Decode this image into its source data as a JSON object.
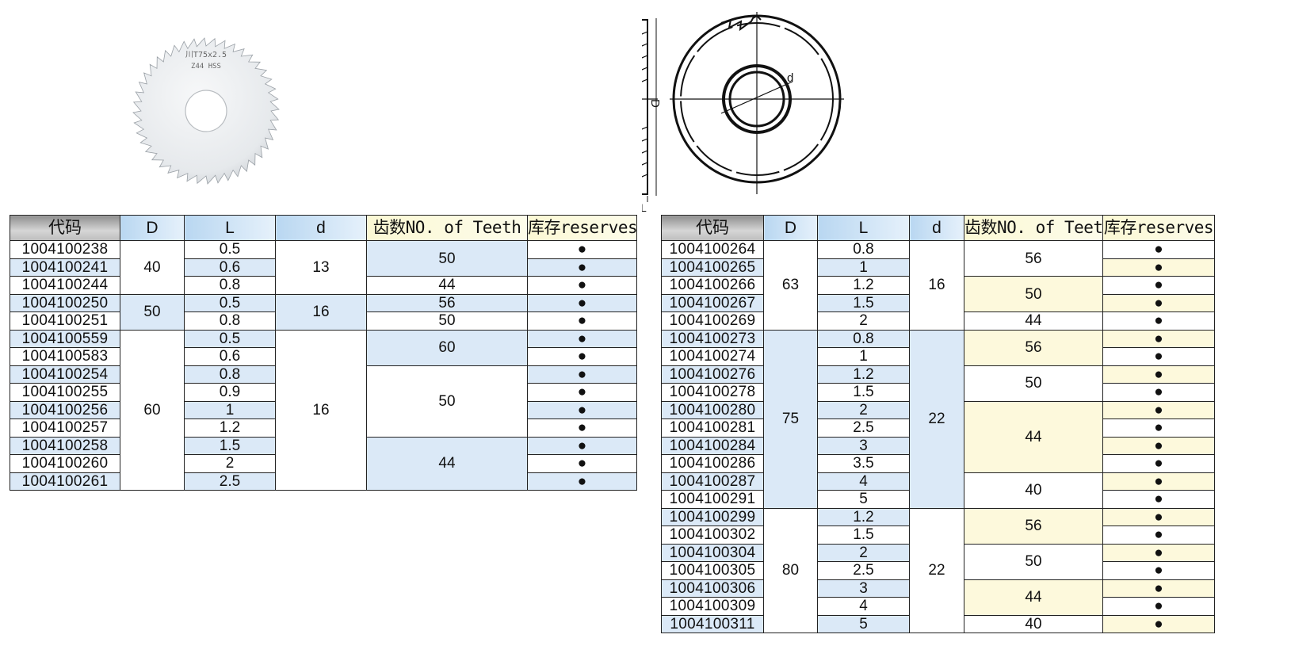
{
  "product": {
    "engraving_line1": "川T75x2.5",
    "engraving_line2": "Z44   HSS"
  },
  "drawing": {
    "label_D": "D",
    "label_d": "d",
    "label_L": "L"
  },
  "headers": {
    "code": "代码",
    "D": "D",
    "L": "L",
    "d": "d",
    "teeth": "齿数NO. of Teeth",
    "reserves": "库存reserves"
  },
  "stock_mark": "●",
  "left_table": {
    "rows": [
      {
        "code": "1004100238",
        "L": "0.5"
      },
      {
        "code": "1004100241",
        "L": "0.6"
      },
      {
        "code": "1004100244",
        "L": "0.8"
      },
      {
        "code": "1004100250",
        "L": "0.5"
      },
      {
        "code": "1004100251",
        "L": "0.8"
      },
      {
        "code": "1004100559",
        "L": "0.5"
      },
      {
        "code": "1004100583",
        "L": "0.6"
      },
      {
        "code": "1004100254",
        "L": "0.8"
      },
      {
        "code": "1004100255",
        "L": "0.9"
      },
      {
        "code": "1004100256",
        "L": "1"
      },
      {
        "code": "1004100257",
        "L": "1.2"
      },
      {
        "code": "1004100258",
        "L": "1.5"
      },
      {
        "code": "1004100260",
        "L": "2"
      },
      {
        "code": "1004100261",
        "L": "2.5"
      }
    ],
    "D_groups": [
      "40",
      "50",
      "60"
    ],
    "d_groups": [
      "13",
      "16",
      "16"
    ],
    "teeth_groups": [
      "50",
      "44",
      "56",
      "50",
      "60",
      "50",
      "44"
    ]
  },
  "right_table": {
    "rows": [
      {
        "code": "1004100264",
        "L": "0.8"
      },
      {
        "code": "1004100265",
        "L": "1"
      },
      {
        "code": "1004100266",
        "L": "1.2"
      },
      {
        "code": "1004100267",
        "L": "1.5"
      },
      {
        "code": "1004100269",
        "L": "2"
      },
      {
        "code": "1004100273",
        "L": "0.8"
      },
      {
        "code": "1004100274",
        "L": "1"
      },
      {
        "code": "1004100276",
        "L": "1.2"
      },
      {
        "code": "1004100278",
        "L": "1.5"
      },
      {
        "code": "1004100280",
        "L": "2"
      },
      {
        "code": "1004100281",
        "L": "2.5"
      },
      {
        "code": "1004100284",
        "L": "3"
      },
      {
        "code": "1004100286",
        "L": "3.5"
      },
      {
        "code": "1004100287",
        "L": "4"
      },
      {
        "code": "1004100291",
        "L": "5"
      },
      {
        "code": "1004100299",
        "L": "1.2"
      },
      {
        "code": "1004100302",
        "L": "1.5"
      },
      {
        "code": "1004100304",
        "L": "2"
      },
      {
        "code": "1004100305",
        "L": "2.5"
      },
      {
        "code": "1004100306",
        "L": "3"
      },
      {
        "code": "1004100309",
        "L": "4"
      },
      {
        "code": "1004100311",
        "L": "5"
      }
    ],
    "D_groups": [
      "63",
      "75",
      "80"
    ],
    "d_groups": [
      "16",
      "22",
      "22"
    ],
    "teeth_groups": [
      "56",
      "50",
      "44",
      "56",
      "50",
      "44",
      "40",
      "56",
      "50",
      "44",
      "40"
    ]
  }
}
